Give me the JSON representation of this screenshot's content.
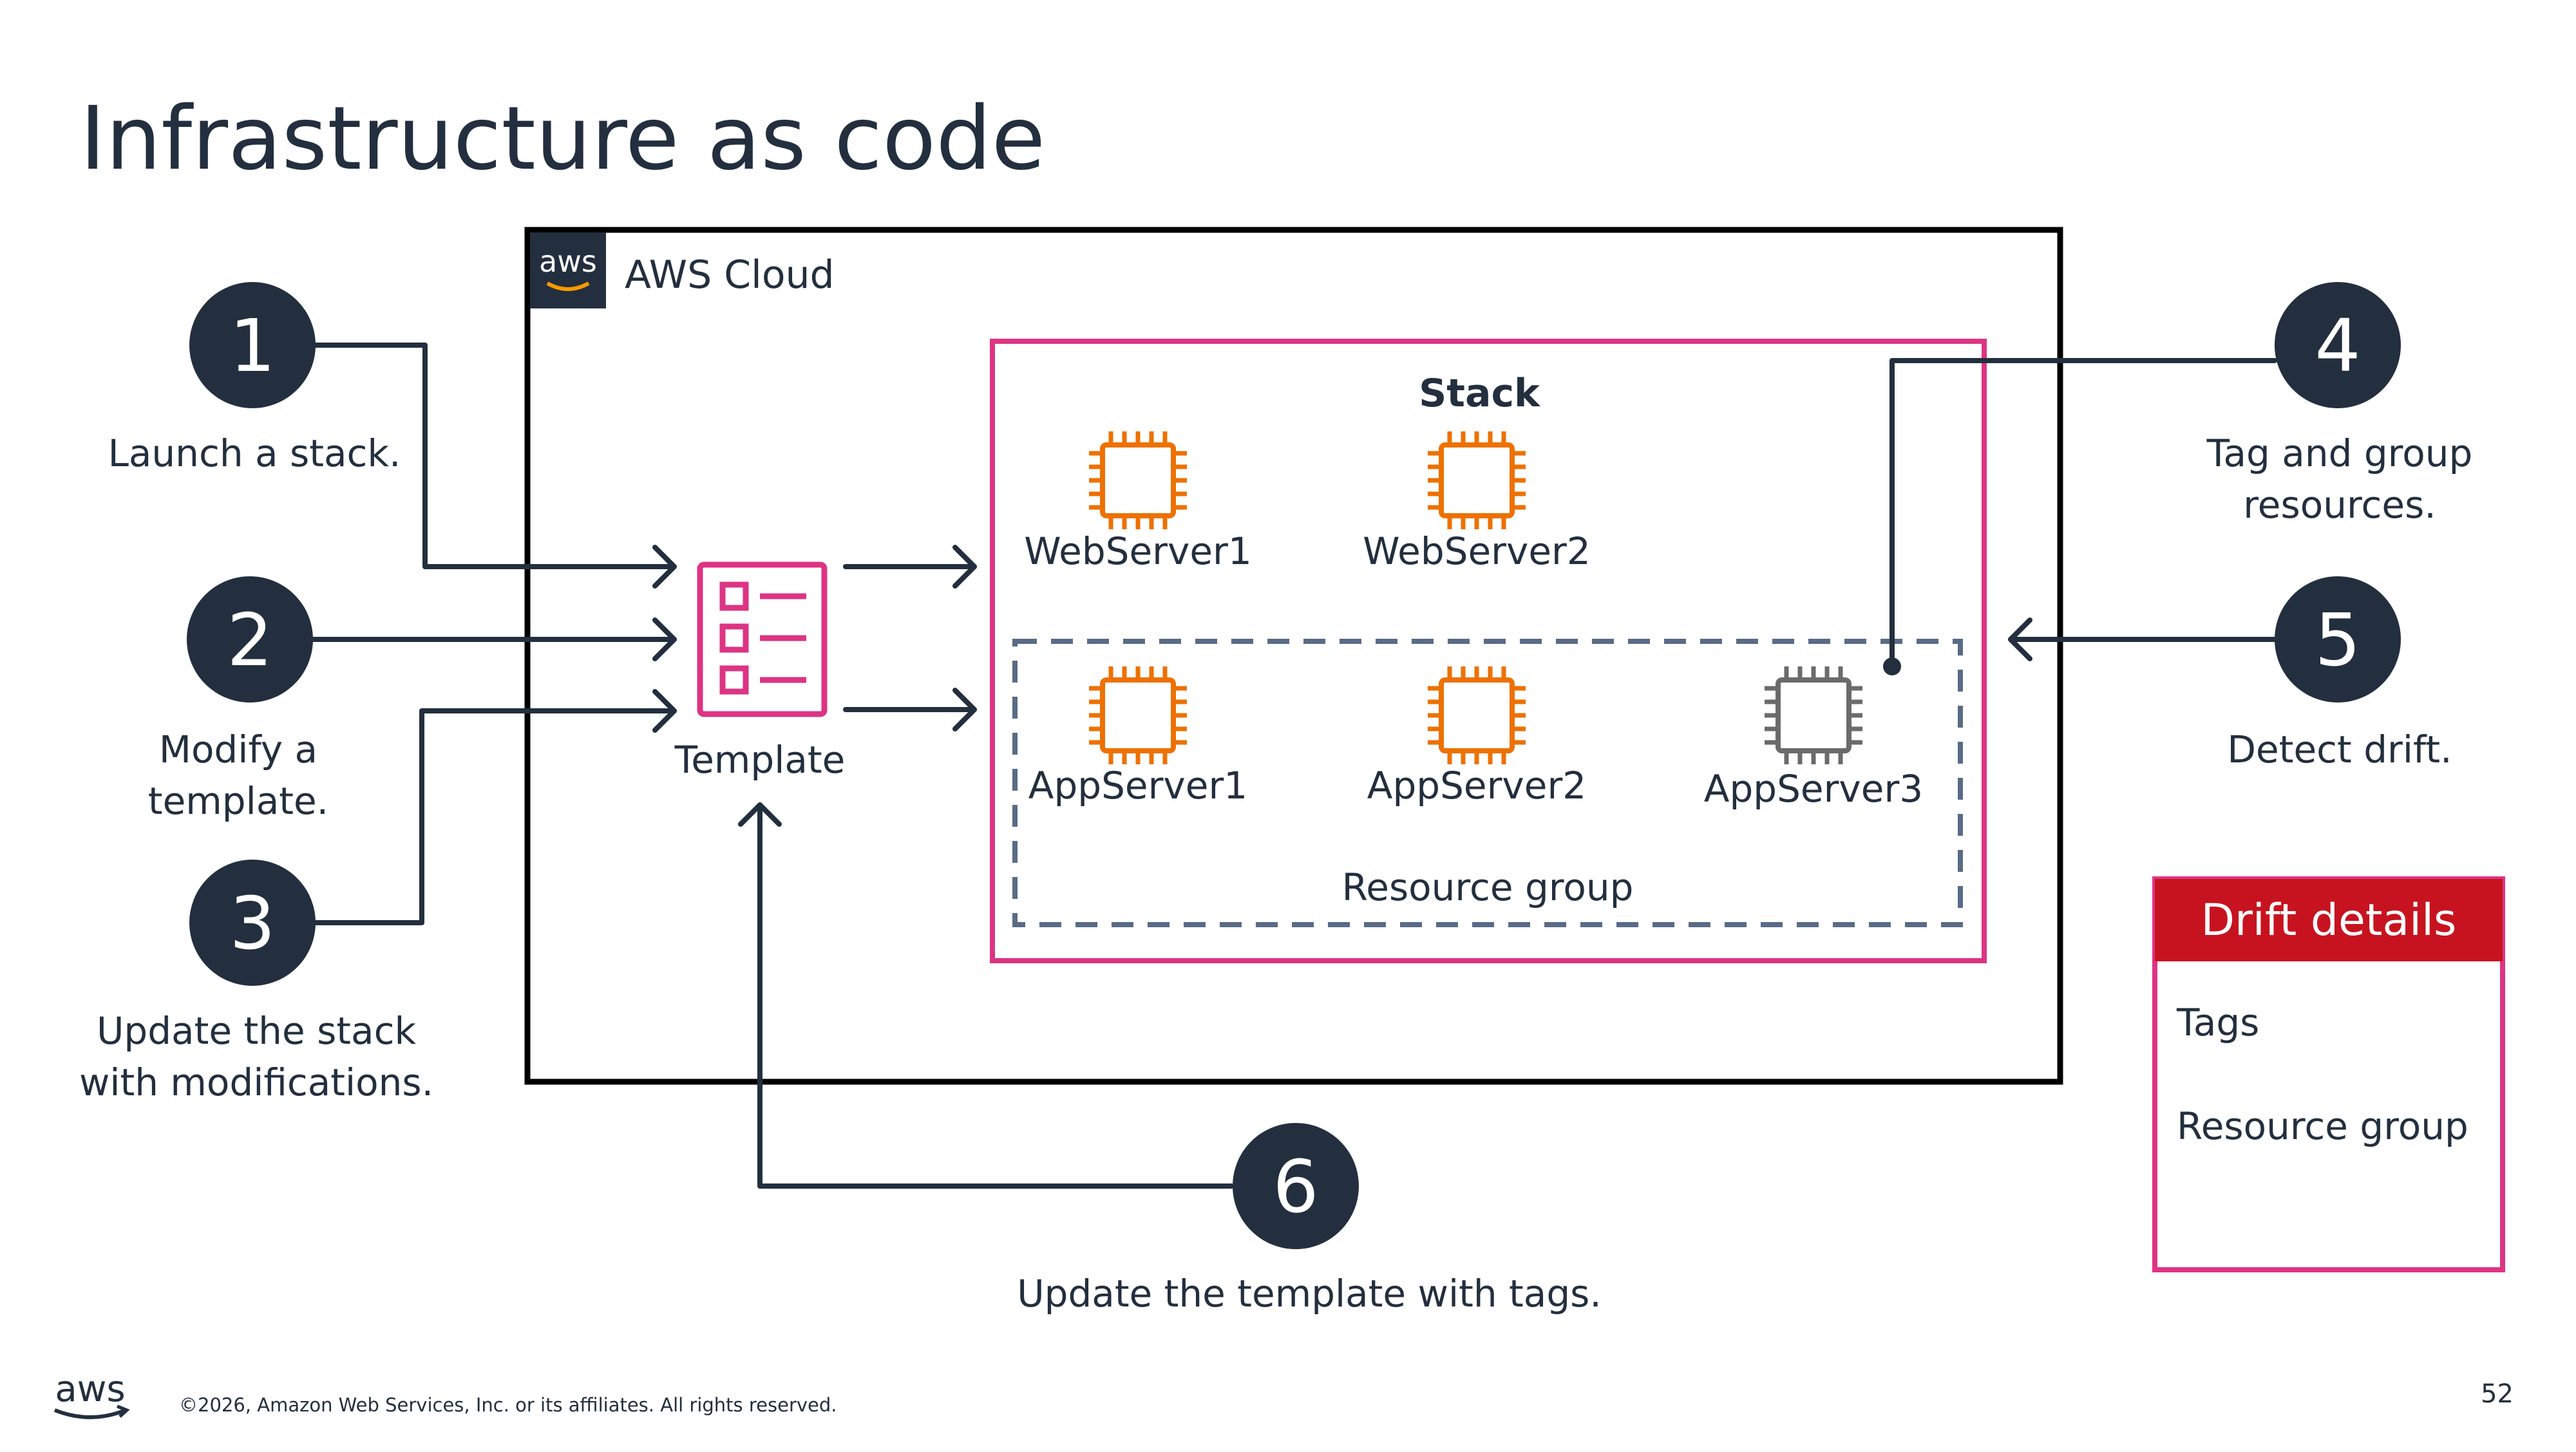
{
  "title": "Infrastructure as code",
  "cloud": {
    "label": "AWS Cloud",
    "logo_text": "aws"
  },
  "stack": {
    "label": "Stack",
    "web_servers": [
      "WebServer1",
      "WebServer2"
    ],
    "app_servers": [
      "AppServer1",
      "AppServer2",
      "AppServer3"
    ],
    "resource_group_label": "Resource group"
  },
  "template_label": "Template",
  "steps": [
    {
      "number": "1",
      "lines": [
        "Launch a stack."
      ]
    },
    {
      "number": "2",
      "lines": [
        "Modify a",
        "template."
      ]
    },
    {
      "number": "3",
      "lines": [
        "Update the stack",
        "with modifications."
      ]
    },
    {
      "number": "4",
      "lines": [
        "Tag and group",
        "resources."
      ]
    },
    {
      "number": "5",
      "lines": [
        "Detect drift."
      ]
    },
    {
      "number": "6",
      "lines": [
        "Update the template with tags."
      ]
    }
  ],
  "drift": {
    "title": "Drift details",
    "items": [
      "Tags",
      "Resource group"
    ]
  },
  "footer": {
    "logo_text": "aws",
    "copyright": "©2026, Amazon Web Services, Inc. or its affiliates. All rights reserved.",
    "page": "52"
  },
  "colors": {
    "navy": "#232f3e",
    "magenta": "#dd3484",
    "orange": "#ed7100",
    "gray": "#6b6b6b",
    "dash": "#5a6b86",
    "red": "#c7131f"
  },
  "icons": {
    "template": "template-checklist-icon",
    "instance": "ec2-instance-chip-icon",
    "aws_logo": "aws-logo-icon"
  }
}
